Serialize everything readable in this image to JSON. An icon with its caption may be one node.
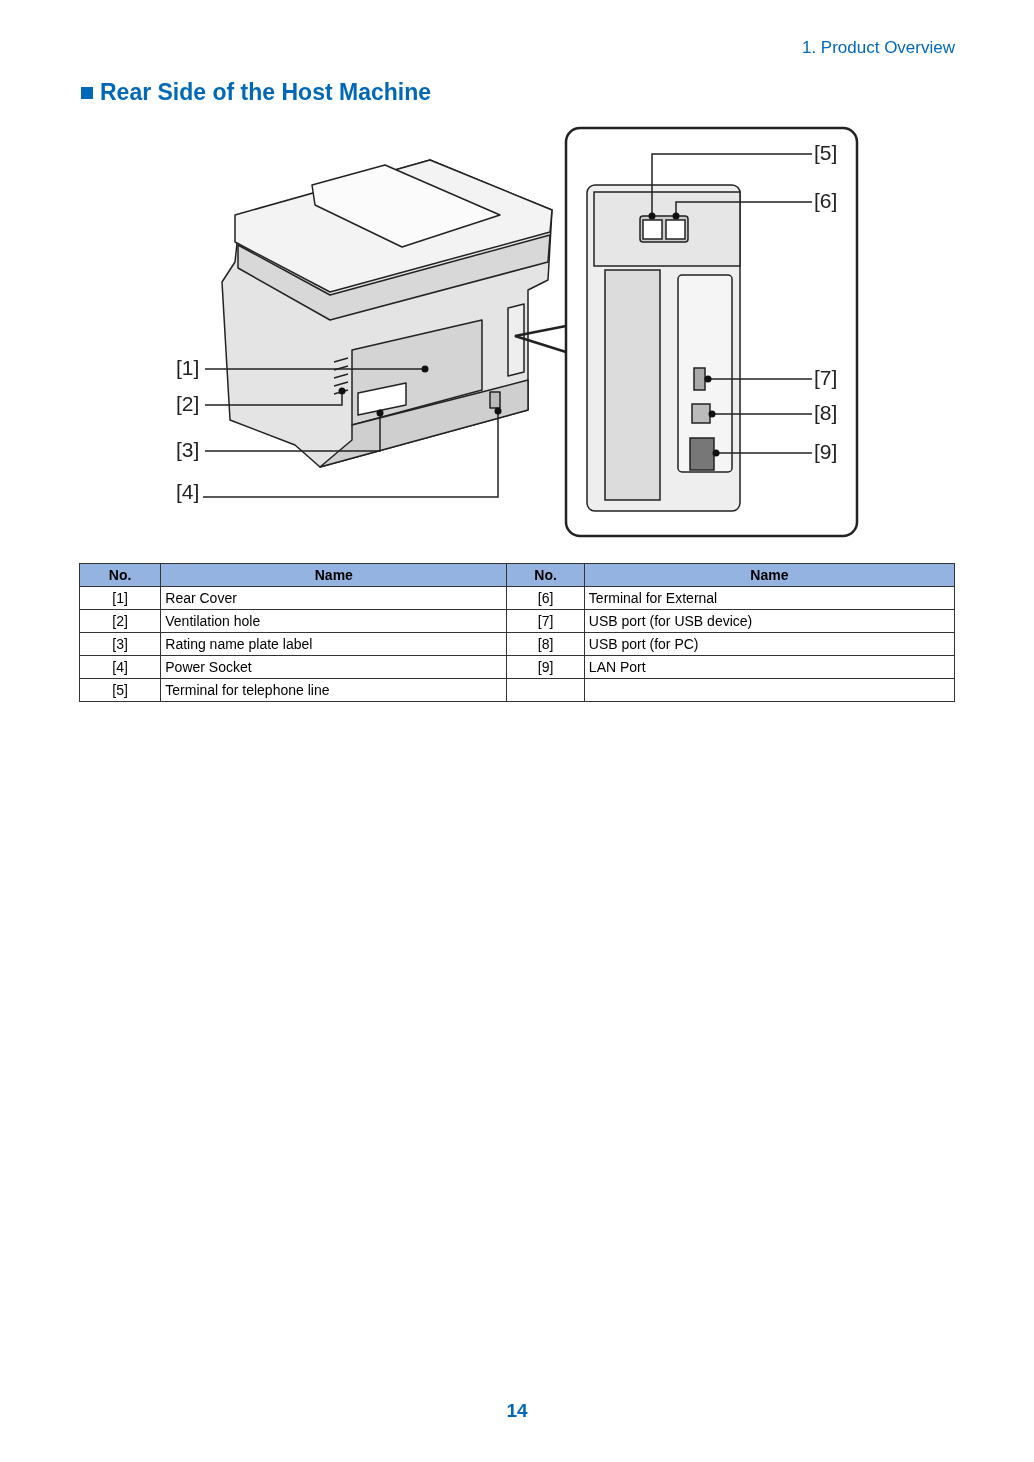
{
  "diagram": {
    "title": "Rear Side of the Host Machine",
    "nodes": [
      {
        "text": [
          "[1]"
        ]
      },
      {
        "text": [
          "[2]"
        ]
      },
      {
        "text": [
          "[3]"
        ]
      },
      {
        "text": [
          "[4]"
        ]
      },
      {
        "text": [
          "[5]"
        ]
      },
      {
        "text": [
          "[6]"
        ]
      },
      {
        "text": [
          "[7]"
        ]
      },
      {
        "text": [
          "[8]"
        ]
      },
      {
        "text": [
          "[9]"
        ]
      }
    ],
    "edges": [
      {
        "from": 0,
        "to": null,
        "arrow": "other"
      },
      {
        "from": 1,
        "to": null,
        "arrow": "other"
      },
      {
        "from": 2,
        "to": null,
        "arrow": "other"
      },
      {
        "from": 3,
        "to": null,
        "arrow": "other"
      },
      {
        "from": 4,
        "to": null,
        "arrow": "other"
      },
      {
        "from": 5,
        "to": null,
        "arrow": "other"
      },
      {
        "from": 6,
        "to": null,
        "arrow": "other"
      },
      {
        "from": 7,
        "to": null,
        "arrow": "other"
      },
      {
        "from": 8,
        "to": null,
        "arrow": "other"
      }
    ],
    "labels": [
      "1. Product Overview",
      "No.",
      "Name",
      "No.",
      "Name",
      "[1]",
      "Rear Cover",
      "[6]",
      "Terminal for External",
      "[2]",
      "Ventilation hole",
      "[7]",
      "USB port (for USB device)",
      "[3]",
      "Rating name plate label",
      "[8]",
      "USB port (for PC)",
      "[4]",
      "Power Socket",
      "[9]",
      "LAN Port",
      "[5]",
      "Terminal for telephone line",
      "14"
    ]
  }
}
